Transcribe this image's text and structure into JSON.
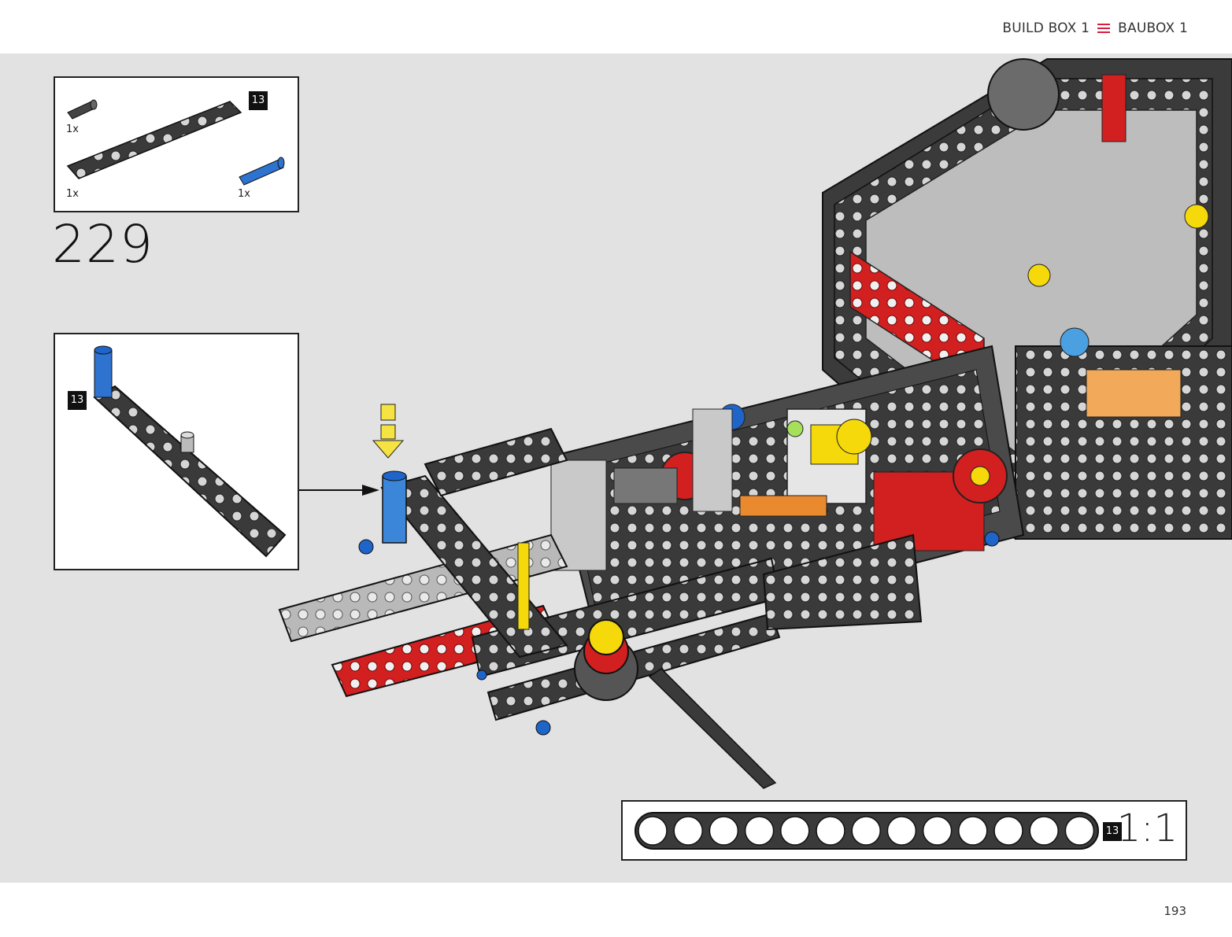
{
  "header": {
    "build_box_en": "BUILD BOX 1",
    "build_box_de": "BAUBOX 1",
    "menu_icon": "menu-icon",
    "accent_color": "#d6203d"
  },
  "parts": {
    "items": [
      {
        "qty": "1x",
        "icon": "axle-pin-icon"
      },
      {
        "qty": "1x",
        "icon": "beam-13-icon",
        "length_badge": "13"
      },
      {
        "qty": "1x",
        "icon": "blue-axle-pin-icon"
      }
    ]
  },
  "step": {
    "number": "229"
  },
  "callout": {
    "length_badge": "13"
  },
  "scale": {
    "length_badge": "13",
    "holes": 13,
    "label": "1:1"
  },
  "footer": {
    "page_number": "193"
  }
}
